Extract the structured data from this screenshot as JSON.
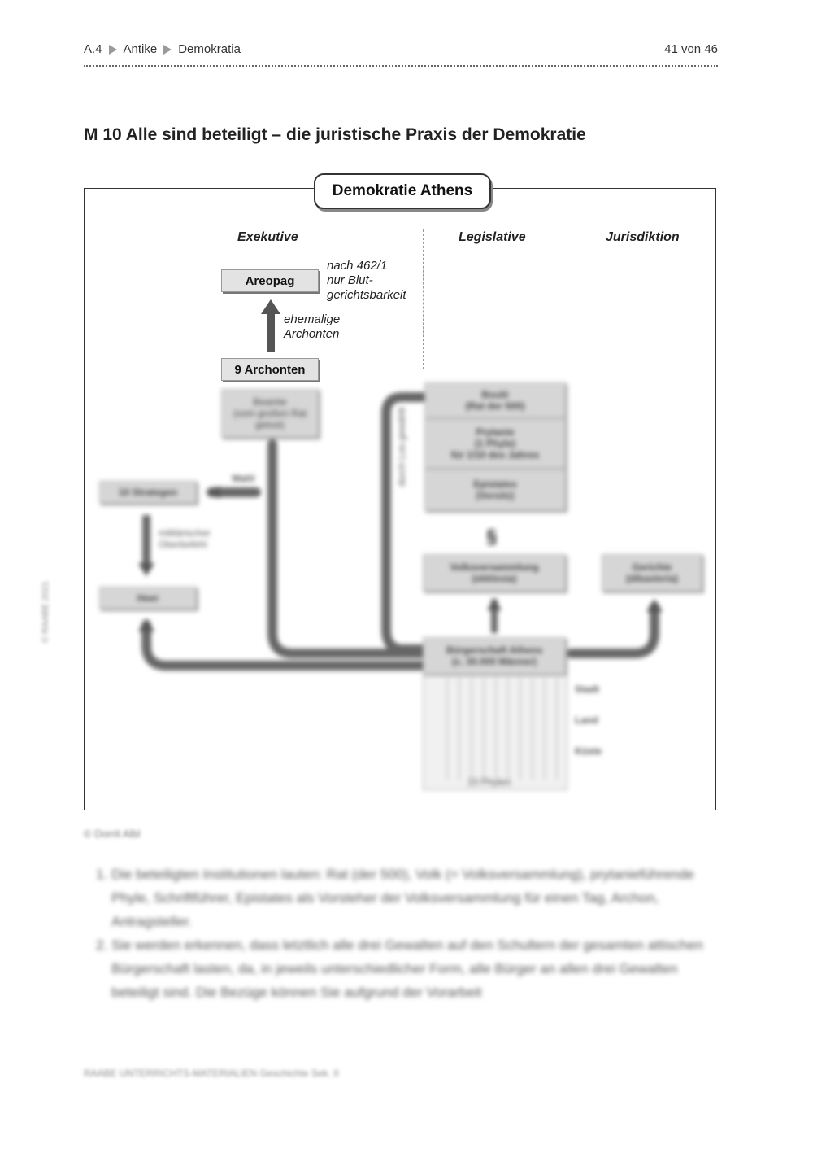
{
  "header": {
    "breadcrumb": [
      "A.4",
      "Antike",
      "Demokratia"
    ],
    "page_number": "41 von 46"
  },
  "title": "M 10 Alle sind beteiligt – die juristische Praxis der Demokratie",
  "diagram": {
    "title": "Demokratie Athens",
    "columns": {
      "exekutive": "Exekutive",
      "legislative": "Legislative",
      "jurisdiktion": "Jurisdiktion"
    },
    "areopag": "Areopag",
    "areopag_note": [
      "nach 462/1",
      "nur Blut-",
      "gerichtsbarkeit"
    ],
    "arrow_note": [
      "ehemalige",
      "Archonten"
    ],
    "archonten": "9 Archonten",
    "blurred": {
      "archonten_sub": [
        "Beamte",
        "(vom großen Rat",
        "gelost)"
      ],
      "strategen": "10 Strategen",
      "wahl": "Wahl",
      "heer_note": [
        "militärischer",
        "Oberbefehl"
      ],
      "heer": "Heer",
      "rat": [
        "Boulé",
        "(Rat der 500)"
      ],
      "prytanie": [
        "Prytanie",
        "(1 Phyle)",
        "für 1/10 des Jahres"
      ],
      "epistates": [
        "Epistates",
        "(Vorsitz)"
      ],
      "paragraph": "§",
      "volksversammlung": [
        "Volksversammlung",
        "(ekklesia)"
      ],
      "gerichte": [
        "Gerichte",
        "(dikasteria)"
      ],
      "buergerschaft": [
        "Bürgerschaft Athens",
        "(c. 30.000 Männer)"
      ],
      "losen": "durch Los gewählt",
      "rows": [
        "Stadt",
        "Land",
        "Küste"
      ],
      "phylen": "10 Phylen"
    }
  },
  "figure_credit": "© Dorrit Albl",
  "tasks": [
    "Die beteiligten Institutionen lauten: Rat (der 500), Volk (= Volksversammlung), prytanieführende Phyle, Schriftführer, Epistates als Vorsteher der Volksversammlung für einen Tag, Archon, Antragsteller.",
    "Sie werden erkennen, dass letztlich alle drei Gewalten auf den Schultern der gesamten attischen Bürgerschaft lasten, da, in jeweils unterschiedlicher Form, alle Bürger an allen drei Gewalten beteiligt sind. Die Bezüge können Sie aufgrund der Vorarbeit"
  ],
  "footer": "RAABE UNTERRICHTS-MATERIALIEN Geschichte Sek. II",
  "side_copyright": "© RAABE 2021",
  "colors": {
    "box": "#e3e3e3",
    "arrow": "#555555"
  }
}
